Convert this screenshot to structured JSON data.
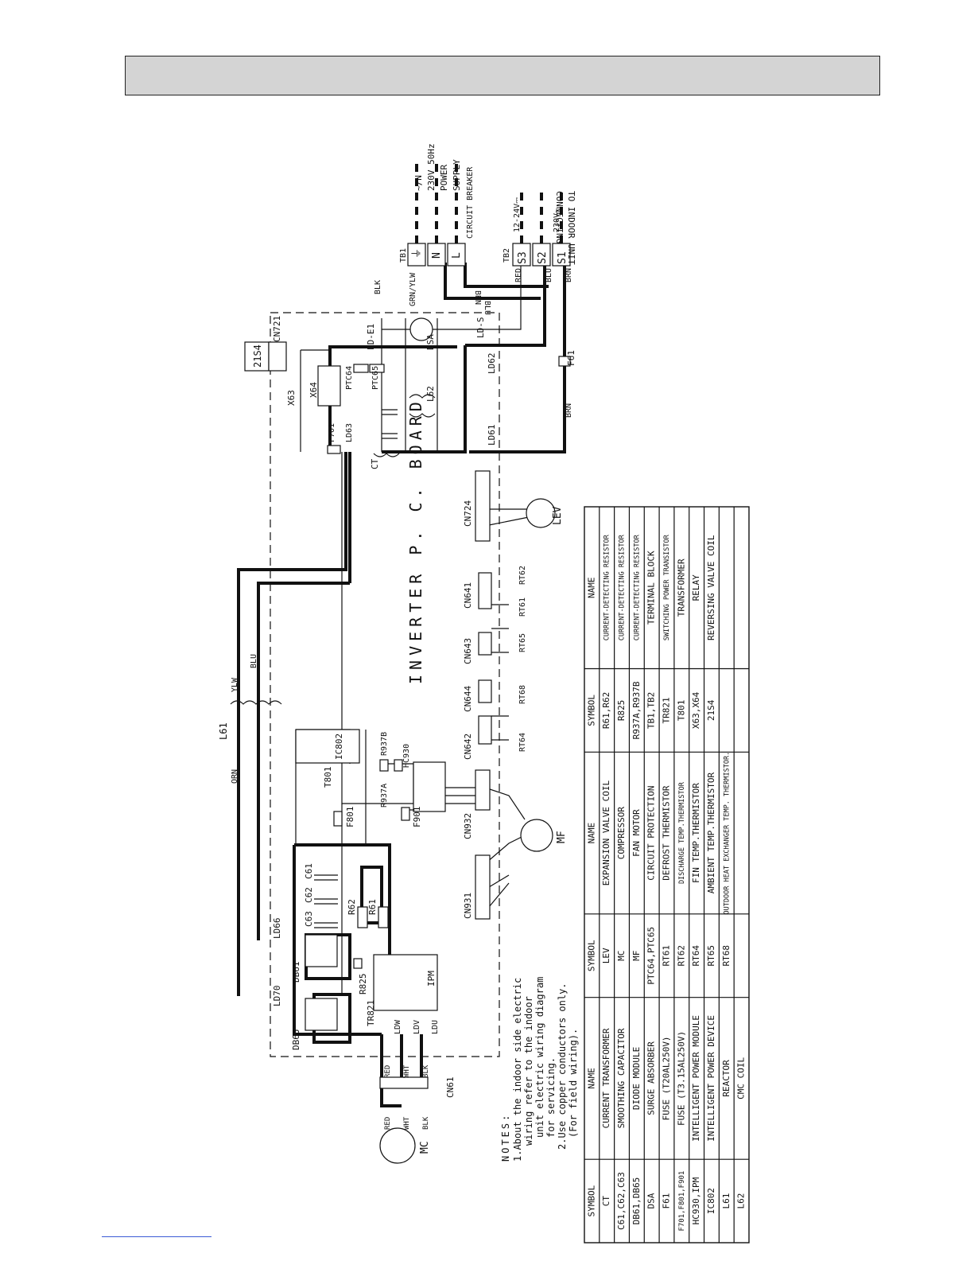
{
  "header": {
    "title": ""
  },
  "board": {
    "label": "INVERTER P. C. BOARD"
  },
  "components": {
    "power_input": [
      "~/N",
      "230V 50Hz",
      "POWER",
      "SUPPLY"
    ],
    "circuit_breaker": "CIRCUIT BREAKER",
    "to_indoor": [
      "TO INDOOR UNIT",
      "CONNECTING"
    ],
    "voltage_dc": "12-24V⎓",
    "voltage_ac": "230V~",
    "tb1": "TB1",
    "tb2": "TB2",
    "tb1_terminals": [
      "⏚",
      "N",
      "L"
    ],
    "tb2_terminals": [
      "S3",
      "S2",
      "S1"
    ],
    "cn721": "CN721",
    "s4": "21S4",
    "x63": "X63",
    "x64": "X64",
    "ptc64": "PTC64",
    "ptc65": "PTC65",
    "f701": "F701",
    "ld63": "LD63",
    "ld_e1": "LD-E1",
    "dsa": "DSA",
    "ld_s": "LD-S",
    "ld62": "LD62",
    "ld61": "LD61",
    "l62": "L62",
    "ct": "CT",
    "f61": "F61",
    "l61": "L61",
    "ld66": "LD66",
    "ld70": "LD70",
    "c61": "C61",
    "c62": "C62",
    "c63": "C63",
    "db61": "DB61",
    "db65": "DB65",
    "r825": "R825",
    "tr821": "TR821",
    "r61": "R61",
    "r62": "R62",
    "ipm": "IPM",
    "ic802": "IC802",
    "t801": "T801",
    "f801": "F801",
    "f901": "F901",
    "r937a": "R937A",
    "r937b": "R937B",
    "hc930": "HC930",
    "cn931": "CN931",
    "cn932": "CN932",
    "cn642": "CN642",
    "cn644": "CN644",
    "cn643": "CN643",
    "cn641": "CN641",
    "cn724": "CN724",
    "rt64": "RT64",
    "rt68": "RT68",
    "rt65": "RT65",
    "rt61": "RT61",
    "rt62": "RT62",
    "lev": "LEV",
    "mf": "MF",
    "mc": "MC",
    "cn61": "CN61",
    "ldw": "LDW",
    "ldv": "LDV",
    "ldu": "LDU"
  },
  "wire_colors": {
    "orn": "ORN",
    "ylw": "YLW",
    "blu": "BLU",
    "blk": "BLK",
    "grn_ylw": "GRN/YLW",
    "red": "RED",
    "brn": "BRN",
    "wht": "WHT"
  },
  "notes": {
    "title": "NOTES:",
    "lines": [
      "1.About the indoor side electric",
      "wiring refer to the indoor",
      "unit electric wiring diagram",
      "for servicing.",
      "2.Use copper conductors only.",
      "(For field wiring)."
    ]
  },
  "legend": {
    "headers": [
      "SYMBOL",
      "NAME"
    ],
    "columns": [
      [
        [
          "CT",
          "CURRENT TRANSFORMER"
        ],
        [
          "C61,C62,C63",
          "SMOOTHING CAPACITOR"
        ],
        [
          "DB61,DB65",
          "DIODE MODULE"
        ],
        [
          "DSA",
          "SURGE ABSORBER"
        ],
        [
          "F61",
          "FUSE (T20AL250V)"
        ],
        [
          "F701,F801,F901",
          "FUSE (T3.15AL250V)"
        ],
        [
          "HC930,IPM",
          "INTELLIGENT POWER MODULE"
        ],
        [
          "IC802",
          "INTELLIGENT POWER DEVICE"
        ],
        [
          "L61",
          "REACTOR"
        ],
        [
          "L62",
          "CMC COIL"
        ]
      ],
      [
        [
          "LEV",
          "EXPANSION VALVE COIL"
        ],
        [
          "MC",
          "COMPRESSOR"
        ],
        [
          "MF",
          "FAN MOTOR"
        ],
        [
          "PTC64,PTC65",
          "CIRCUIT PROTECTION"
        ],
        [
          "RT61",
          "DEFROST THERMISTOR"
        ],
        [
          "RT62",
          "DISCHARGE TEMP.THERMISTOR"
        ],
        [
          "RT64",
          "FIN TEMP.THERMISTOR"
        ],
        [
          "RT65",
          "AMBIENT TEMP.THERMISTOR"
        ],
        [
          "RT68",
          "OUTDOOR HEAT EXCHANGER TEMP. THERMISTOR."
        ],
        [
          "",
          ""
        ]
      ],
      [
        [
          "R61,R62",
          "CURRENT-DETECTING RESISTOR"
        ],
        [
          "R825",
          "CURRENT-DETECTING RESISTOR"
        ],
        [
          "R937A,R937B",
          "CURRENT-DETECTING RESISTOR"
        ],
        [
          "TB1,TB2",
          "TERMINAL BLOCK"
        ],
        [
          "TR821",
          "SWITCHING POWER TRANSISTOR"
        ],
        [
          "T801",
          "TRANSFORMER"
        ],
        [
          "X63,X64",
          "RELAY"
        ],
        [
          "21S4",
          "REVERSING VALVE COIL"
        ],
        [
          "",
          ""
        ],
        [
          "",
          ""
        ]
      ]
    ]
  }
}
